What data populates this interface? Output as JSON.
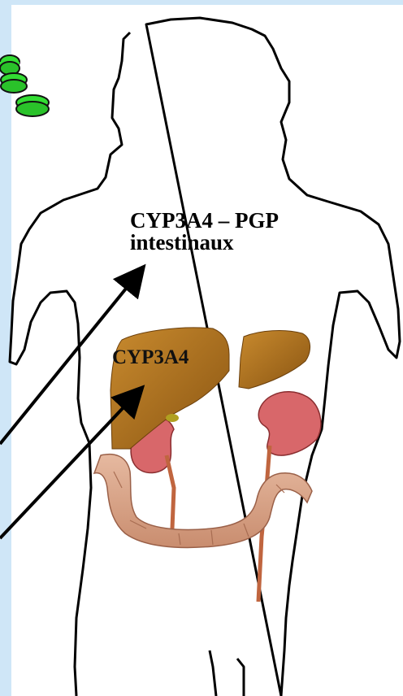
{
  "labels": {
    "intestinal_line1": "CYP3A4 – PGP",
    "intestinal_line2": "intestinaux",
    "hepatic": "CYP3A4"
  },
  "colors": {
    "background_strip": "#cfe6f7",
    "pill": "#33dd33",
    "liver": "#b8741e",
    "kidney": "#d8676a",
    "intestine": "#d9a889",
    "outline": "#000000"
  },
  "icons": [
    "pills-icon",
    "liver-icon",
    "kidney-icon",
    "intestine-icon",
    "arrow-icon"
  ]
}
